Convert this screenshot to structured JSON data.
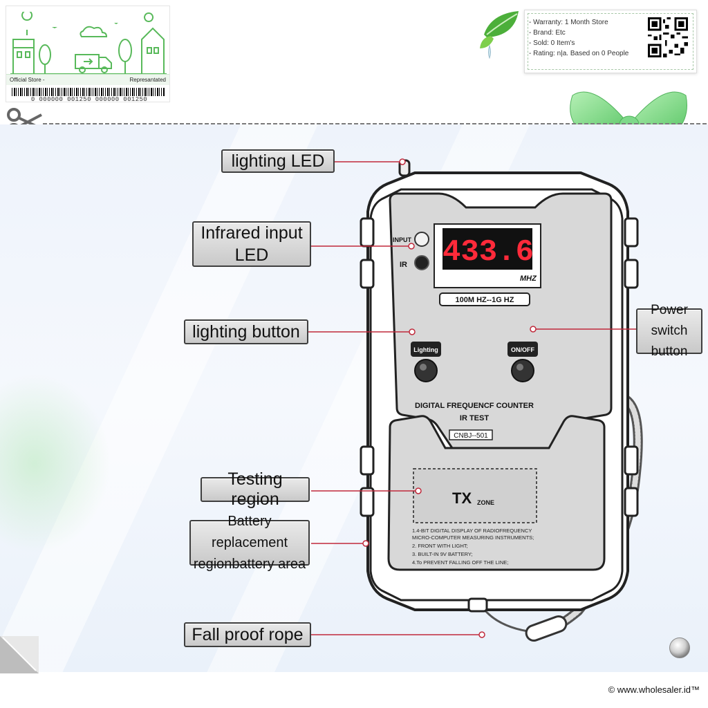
{
  "store": {
    "left_label": "Official Store -",
    "right_label": "Represantated",
    "barcode": "0 000000 001250  000000 001250"
  },
  "info": {
    "warranty": "- Warranty: 1 Month Store",
    "brand": "- Brand: Etc",
    "sold": "- Sold: 0 Item's",
    "rating": "- Rating: n|a. Based on 0 People"
  },
  "callouts": {
    "lighting_led": "lighting LED",
    "infrared_line1": "Infrared input",
    "infrared_line2": "LED",
    "lighting_button": "lighting button",
    "power_line1": "Power switch",
    "power_line2": "button",
    "testing_region": "Testing region",
    "battery_line1": "Battery replacement",
    "battery_line2": "regionbattery area",
    "fall_rope": "Fall proof rope"
  },
  "device": {
    "input_label": "INPUT",
    "ir_label": "IR",
    "display_value": "433.6",
    "display_unit": "MHZ",
    "range": "100M HZ--1G HZ",
    "lighting_btn": "Lighting",
    "onoff_btn": "ON/OFF",
    "title_line1": "DIGITAL FREQUENCF COUNTER",
    "title_line2": "IR TEST",
    "model": "CNBJ--501",
    "tx": "TX",
    "zone": "ZONE",
    "notes": [
      "1.4-BIT DIGITAL DISPLAY OF RADIOFREQUENCY",
      "MICRO-COMPUTER MEASURING INSTRUMENTS;",
      "2. FRONT WITH LIGHT;",
      "3. BUILT-IN 9V BATTERY;",
      "4.To PREVENT FALLING OFF THE LINE;"
    ]
  },
  "copyright": "© www.wholesaler.id™",
  "colors": {
    "accent_green": "#58b95a",
    "line_red": "#c0283a",
    "display_red": "#ff2a3a"
  }
}
